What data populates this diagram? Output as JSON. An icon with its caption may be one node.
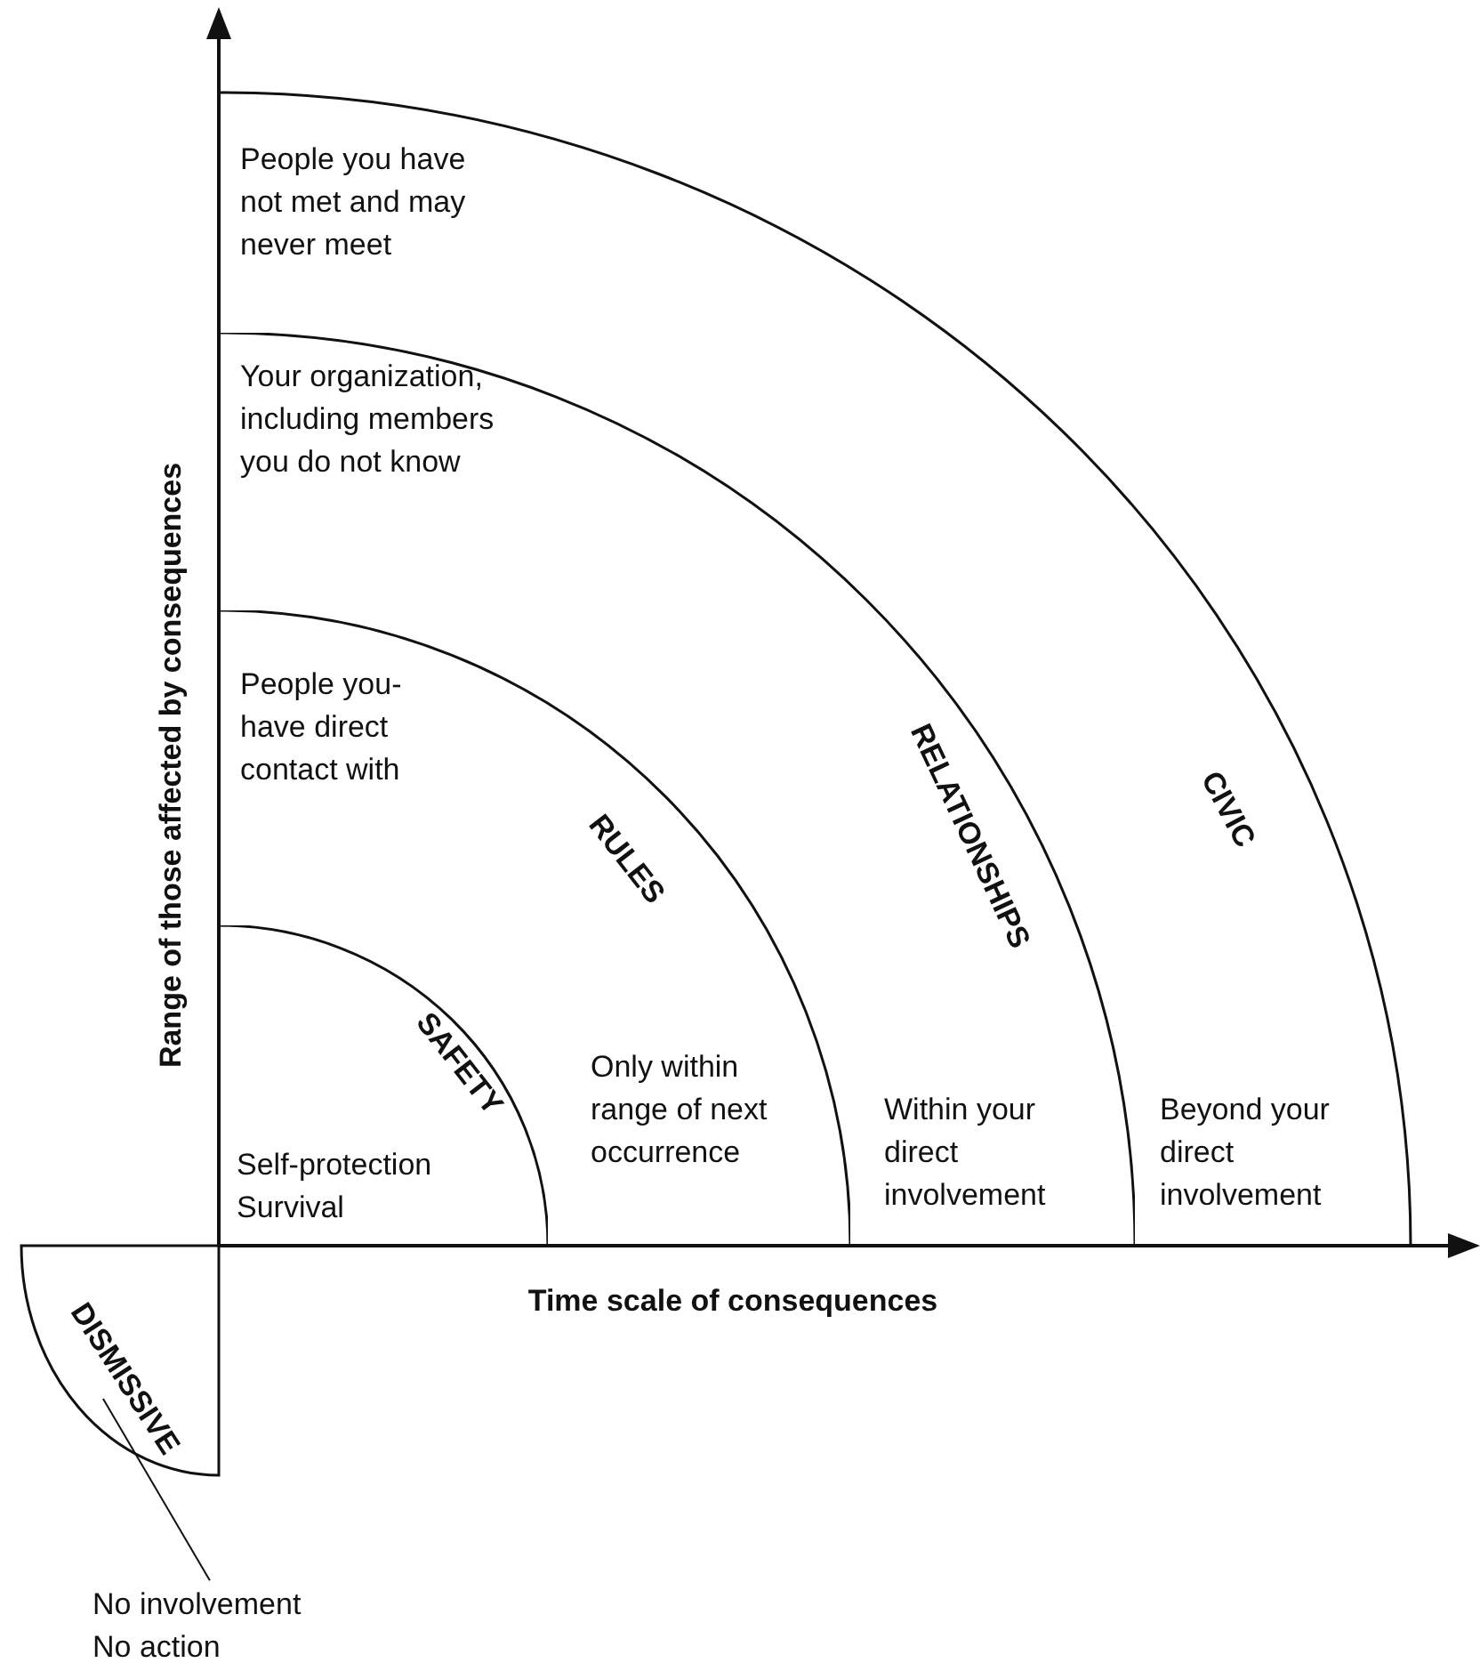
{
  "diagram": {
    "nodes": [
      {
        "text": [
          "CIVIC",
          "People you have not met and may never meet",
          "Beyond your direct involvement"
        ]
      },
      {
        "text": [
          "RELATIONSHIPS",
          "Your organization, including members you do not know",
          "Within your direct involvement"
        ],
        "in": 0
      },
      {
        "text": [
          "RULES",
          "People you- have direct contact with",
          "Only within range of next occurrence"
        ],
        "in": 1
      },
      {
        "text": [
          "SAFETY",
          "Self-protection Survival"
        ],
        "in": 2
      },
      {
        "text": [
          "DISMISSIVE"
        ]
      },
      {
        "text": [
          "No involvement No action"
        ]
      }
    ],
    "edges": [
      {
        "from": 5,
        "to": 4,
        "arrow": "none"
      }
    ],
    "labels": [
      "Range of those affected by consequences",
      "Time scale of consequences"
    ]
  }
}
